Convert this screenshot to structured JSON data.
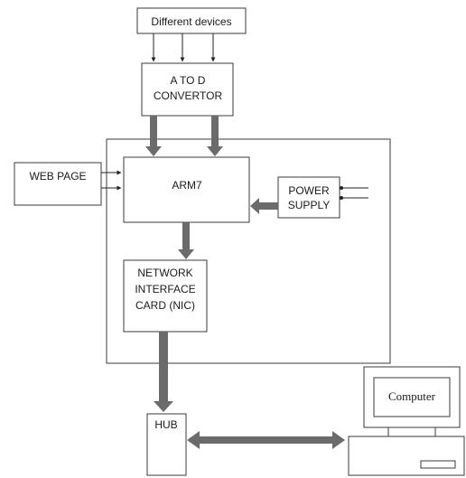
{
  "diagram": {
    "devices": "Different devices",
    "adc": [
      "A TO D",
      "CONVERTOR"
    ],
    "web_page": "WEB PAGE",
    "arm": "ARM7",
    "power": [
      "POWER",
      "SUPPLY"
    ],
    "nic": [
      "NETWORK",
      "INTERFACE",
      "CARD (NIC)"
    ],
    "hub": "HUB",
    "computer": "Computer"
  }
}
